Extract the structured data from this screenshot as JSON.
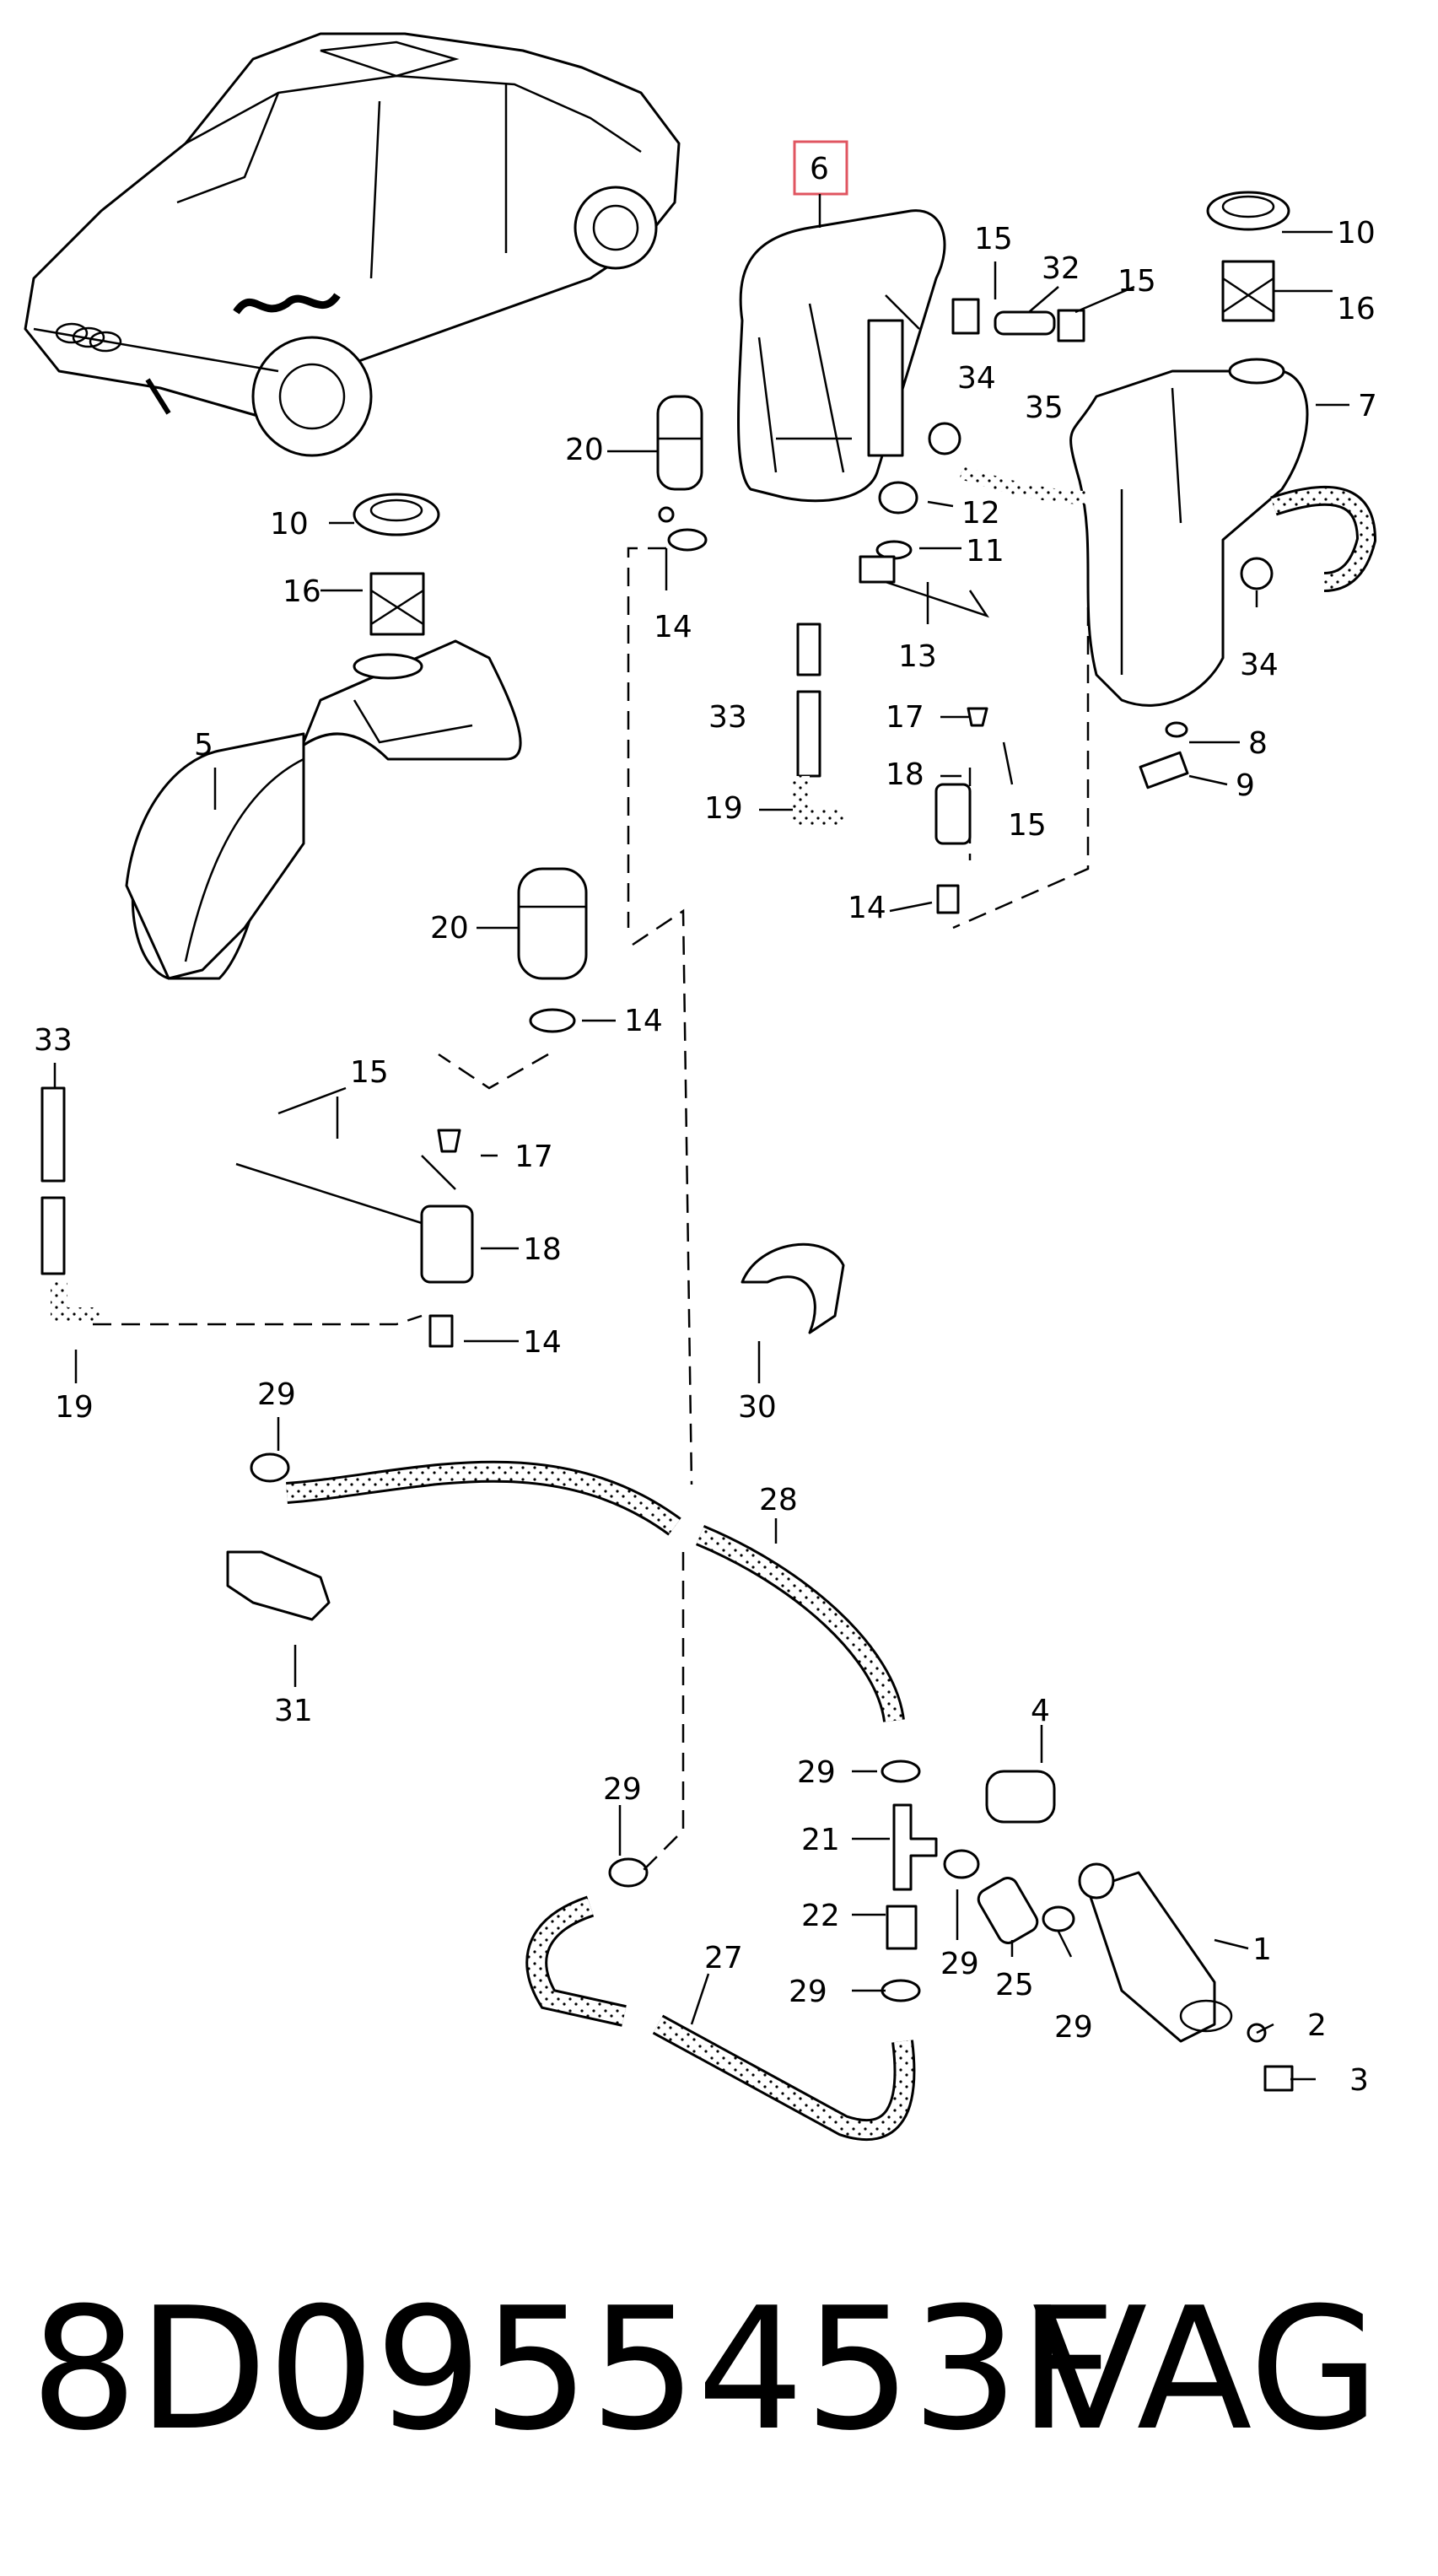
{
  "diagram": {
    "labels": {
      "l1": "1",
      "l2": "2",
      "l3": "3",
      "l4": "4",
      "l5": "5",
      "l6": "6",
      "l7": "7",
      "l8": "8",
      "l9": "9",
      "l10a": "10",
      "l10b": "10",
      "l11": "11",
      "l12": "12",
      "l13": "13",
      "l14a": "14",
      "l14b": "14",
      "l14c": "14",
      "l14d": "14",
      "l15a": "15",
      "l15b": "15",
      "l15c": "15",
      "l15d": "15",
      "l16a": "16",
      "l16b": "16",
      "l17a": "17",
      "l17b": "17",
      "l18a": "18",
      "l18b": "18",
      "l19a": "19",
      "l19b": "19",
      "l20a": "20",
      "l20b": "20",
      "l21": "21",
      "l22": "22",
      "l25": "25",
      "l27": "27",
      "l28": "28",
      "l29a": "29",
      "l29b": "29",
      "l29c": "29",
      "l29d": "29",
      "l29e": "29",
      "l29f": "29",
      "l30": "30",
      "l31": "31",
      "l32": "32",
      "l33a": "33",
      "l33b": "33",
      "l34a": "34",
      "l34b": "34",
      "l35": "35"
    },
    "highlight_color": "#e05560"
  },
  "caption": {
    "part_number": "8D0955453F",
    "brand": "VAG"
  }
}
